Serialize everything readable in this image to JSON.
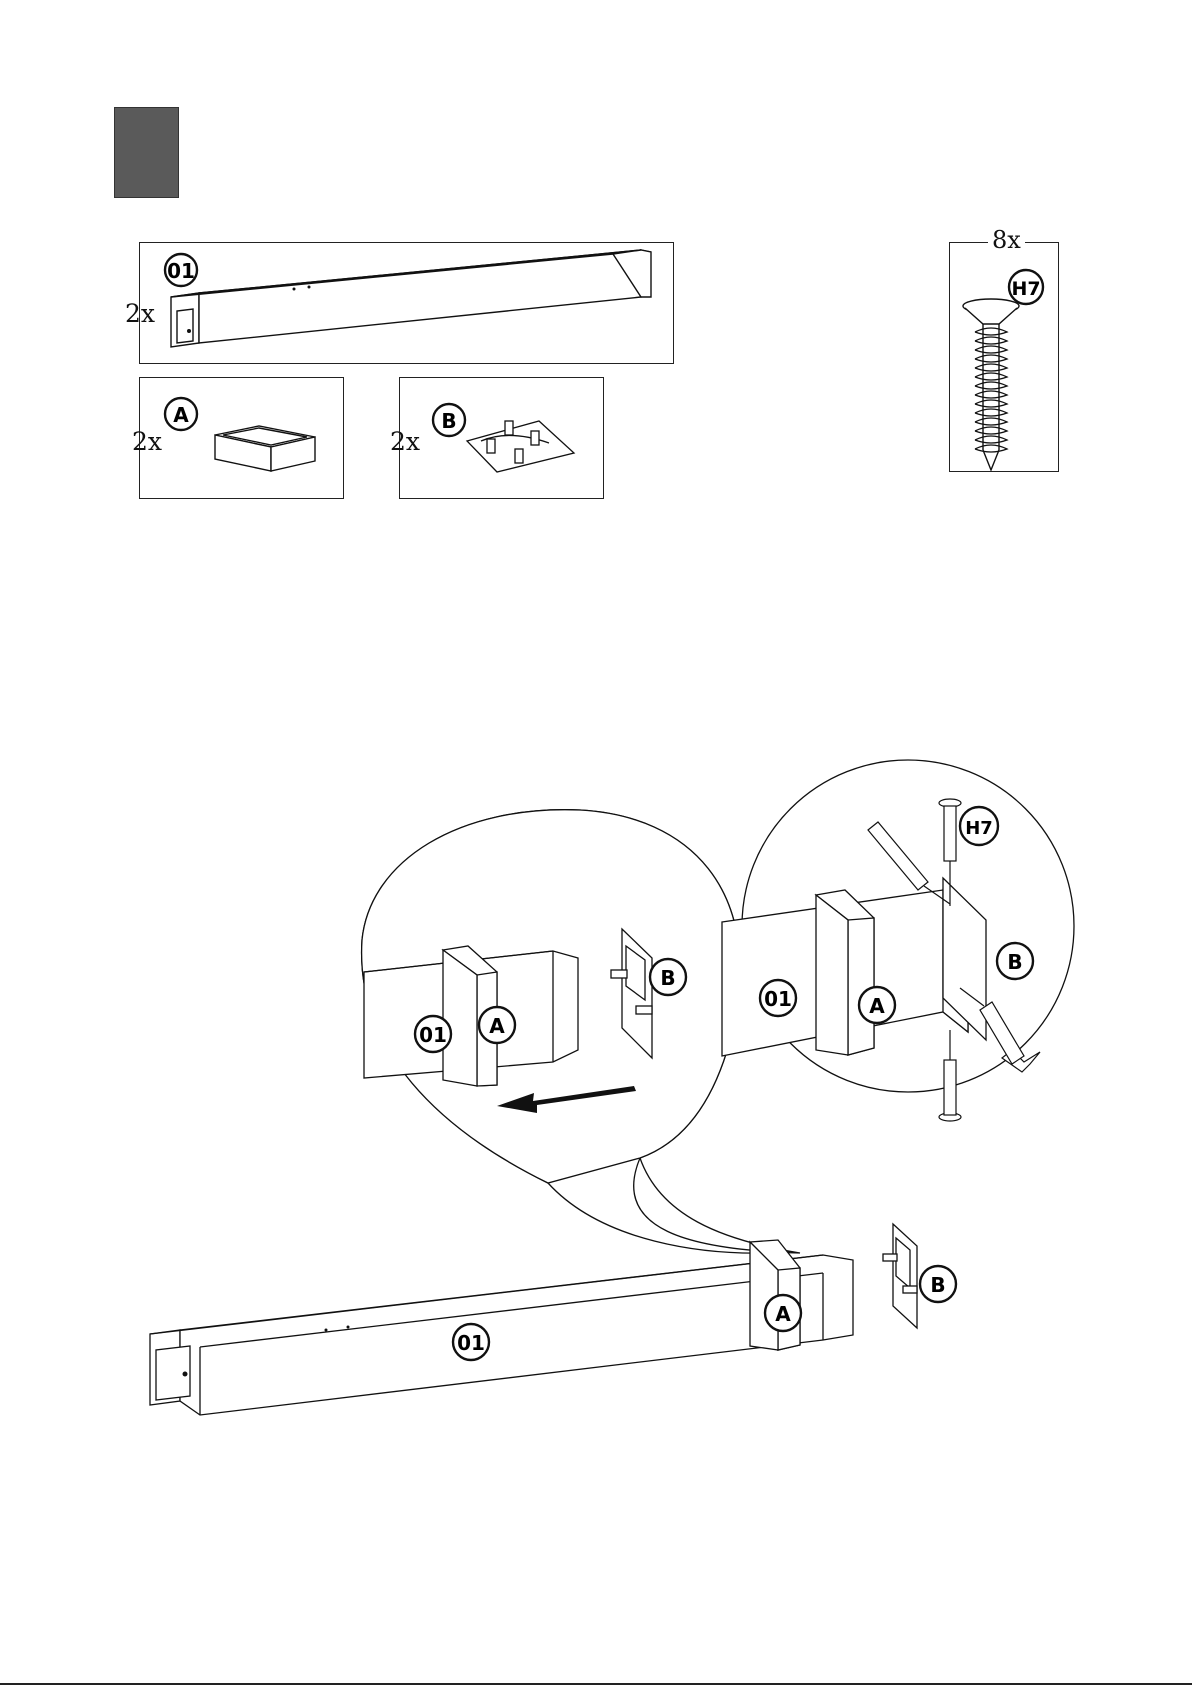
{
  "parts": {
    "beam": {
      "label": "01",
      "qty": "2x"
    },
    "sleeve": {
      "label": "A",
      "qty": "2x"
    },
    "plate": {
      "label": "B",
      "qty": "2x"
    },
    "screw": {
      "label": "H7",
      "qty": "8x"
    }
  },
  "assembly": {
    "beam_label": "01",
    "sleeve_label": "A",
    "plate_label": "B",
    "screw_label": "H7"
  }
}
